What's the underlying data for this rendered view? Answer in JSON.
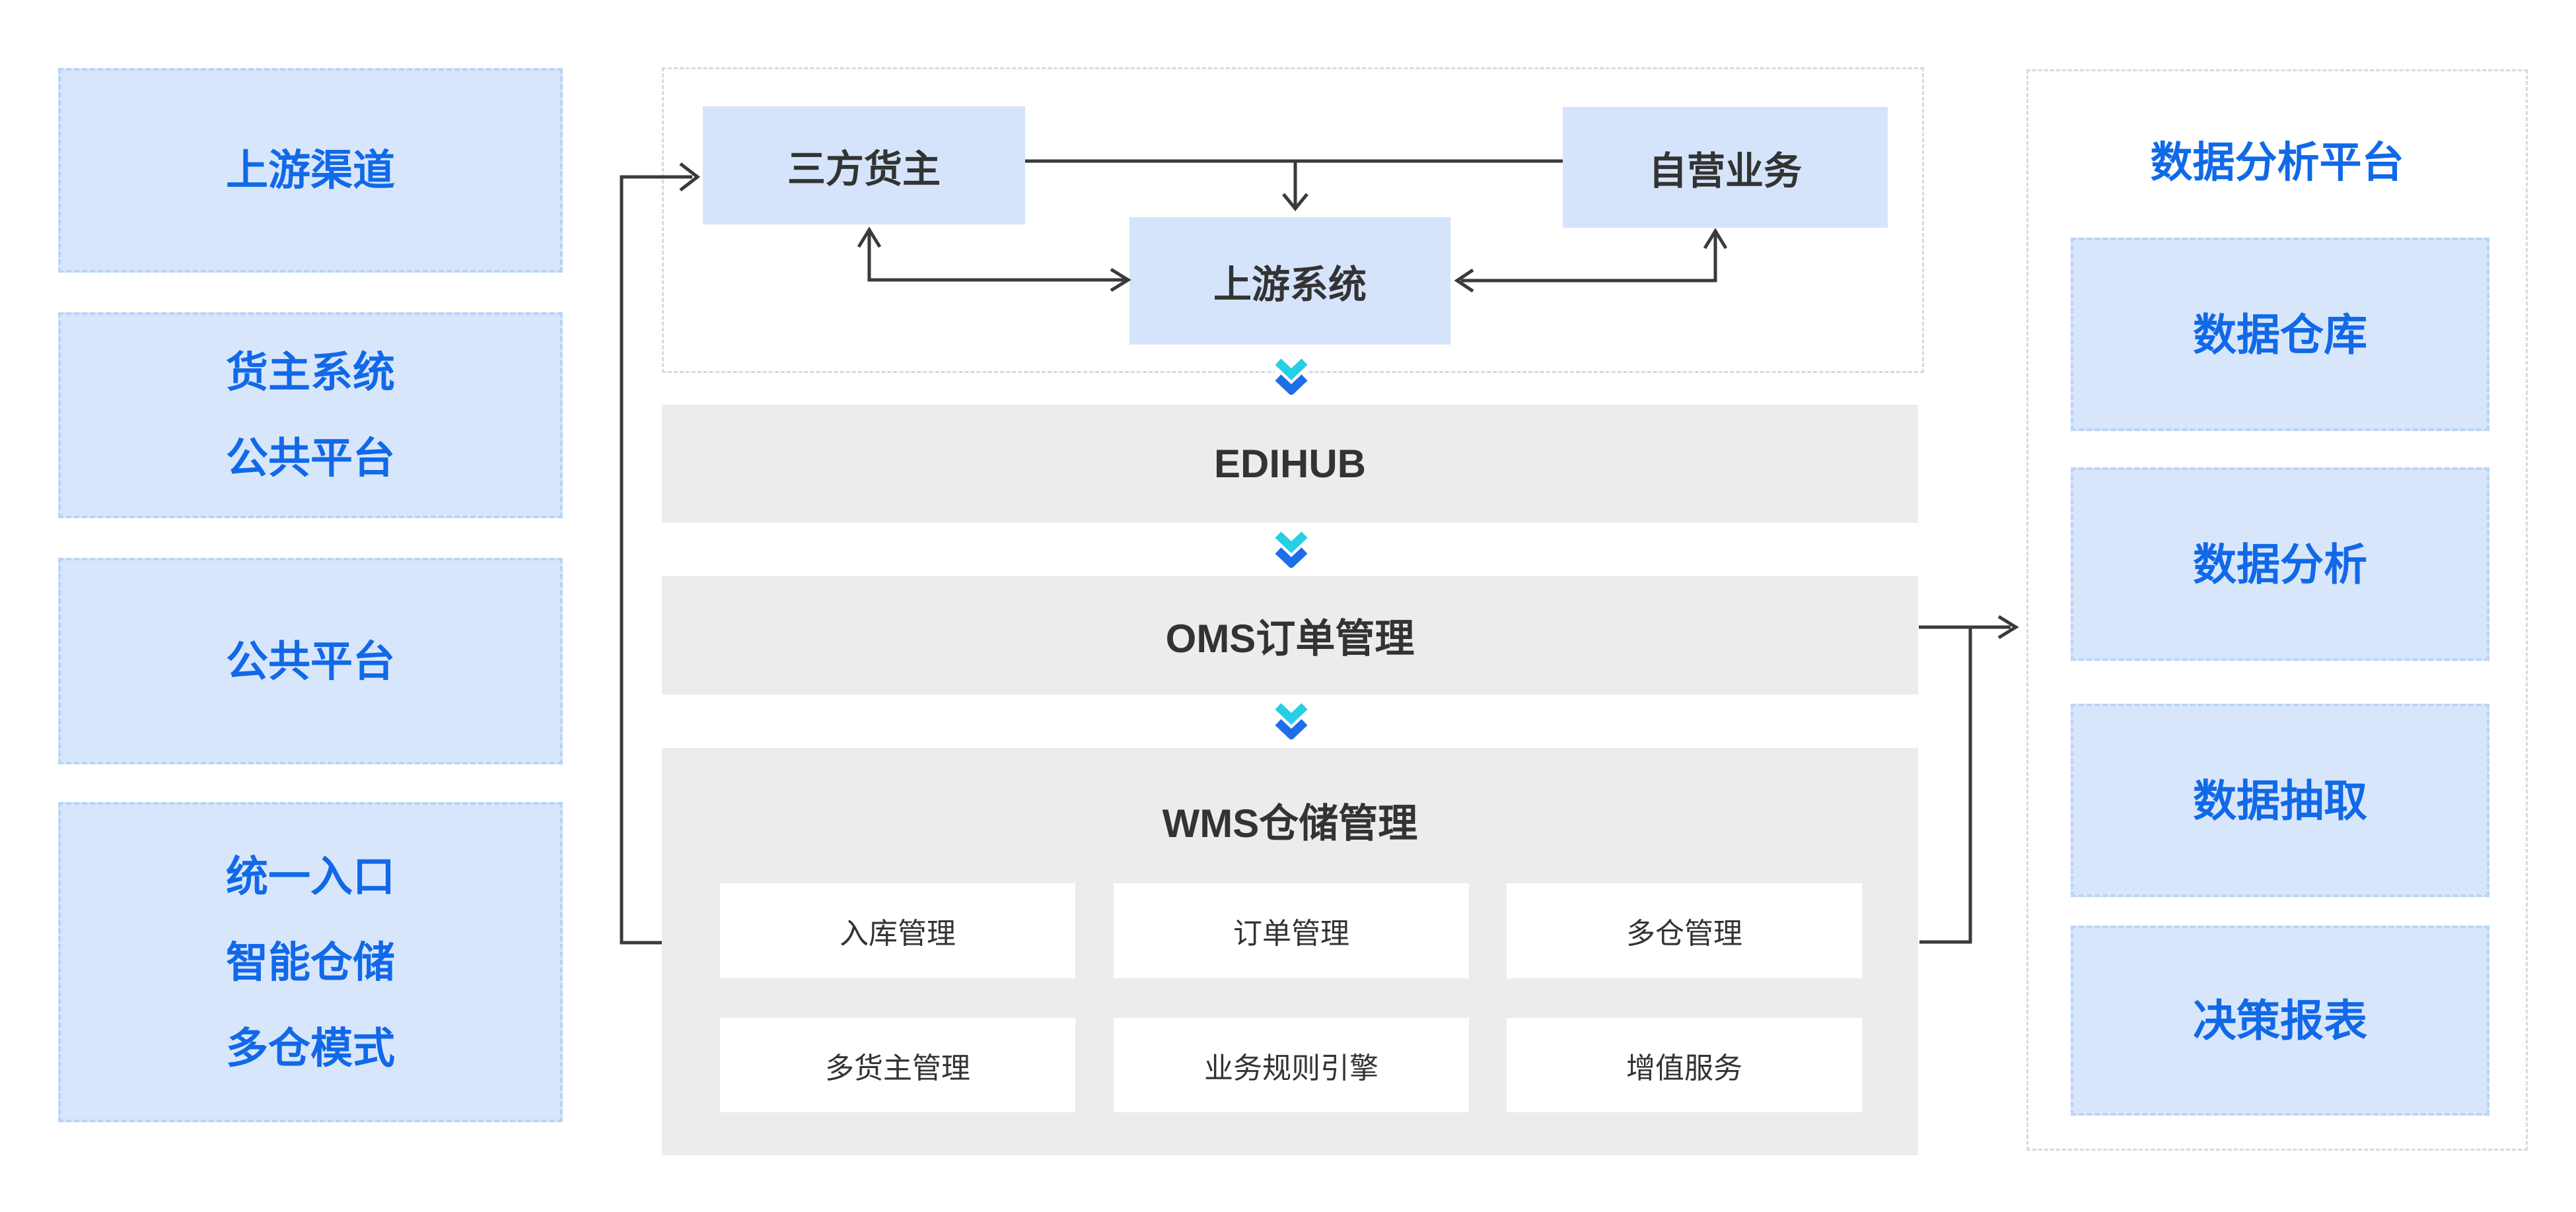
{
  "palette": {
    "accent_blue": "#1169e8",
    "box_fill": "#d8e6fc",
    "box_dash_border": "#b9d4f6",
    "node_fill": "#d5e4fb",
    "gray_bar": "#ececec",
    "dark_text": "#333333",
    "arrow": "#3a3a3a",
    "chevron_top": "#26cfe3",
    "chevron_bottom": "#1e6ee8",
    "container_dash": "#d7dae2"
  },
  "left_panel": {
    "boxes": [
      {
        "lines": [
          "上游渠道"
        ]
      },
      {
        "lines": [
          "货主系统",
          "公共平台"
        ]
      },
      {
        "lines": [
          "公共平台"
        ]
      },
      {
        "lines": [
          "统一入口",
          "智能仓储",
          "多仓模式"
        ]
      }
    ]
  },
  "top_flow": {
    "third_party_owner": "三方货主",
    "self_operated_business": "自营业务",
    "upstream_system": "上游系统"
  },
  "layers": {
    "edihub": "EDIHUB",
    "oms": "OMS订单管理",
    "wms": {
      "title": "WMS仓储管理",
      "modules": [
        "入库管理",
        "订单管理",
        "多仓管理",
        "多货主管理",
        "业务规则引擎",
        "增值服务"
      ]
    }
  },
  "right_panel": {
    "title": "数据分析平台",
    "boxes": [
      "数据仓库",
      "数据分析",
      "数据抽取",
      "决策报表"
    ]
  }
}
